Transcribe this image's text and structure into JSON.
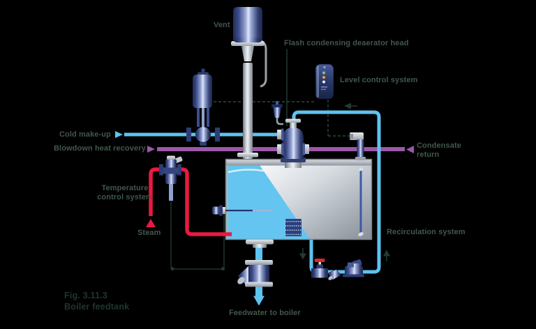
{
  "figure": {
    "number": "Fig. 3.11.3",
    "title": "Boiler feedtank"
  },
  "labels": {
    "vent": "Vent",
    "flash_head": "Flash condensing deaerator head",
    "level_control": "Level control system",
    "cold_makeup": "Cold make-up",
    "blowdown_heat_recovery": "Blowdown heat recovery",
    "condensate_return": "Condensate return",
    "temperature_control": "Temperature control system",
    "steam": "Steam",
    "recirculation": "Recirculation system",
    "feedwater": "Feedwater to boiler"
  },
  "colors": {
    "water_cyan": "#5EC3EF",
    "condensate_purple": "#9C58A9",
    "steam_red": "#E91A41",
    "label_green": "#41584A",
    "signal_dark_green": "#2C4A38",
    "valve_blue": "#2E3C74",
    "metal_silver": "#C6CBD1",
    "panel_navy": "#26356B",
    "background": "#000000"
  },
  "components": {
    "vent_head": "vent-head",
    "feedtank": "boiler-feedtank",
    "deaerator_head": "flash-condensing-deaerator-head",
    "level_probe": "level-probe",
    "level_controller": "level-controller-panel",
    "makeup_control_valve": "cold-make-up-control-valve",
    "steam_injector": "steam-injector-valve",
    "temperature_sensor": "temperature-sensor",
    "recirculation_pump": "recirculation-pump",
    "isolation_valve": "isolation-valve",
    "check_valve": "check-valve",
    "feedwater_strainer": "feedwater-strainer-valve"
  }
}
